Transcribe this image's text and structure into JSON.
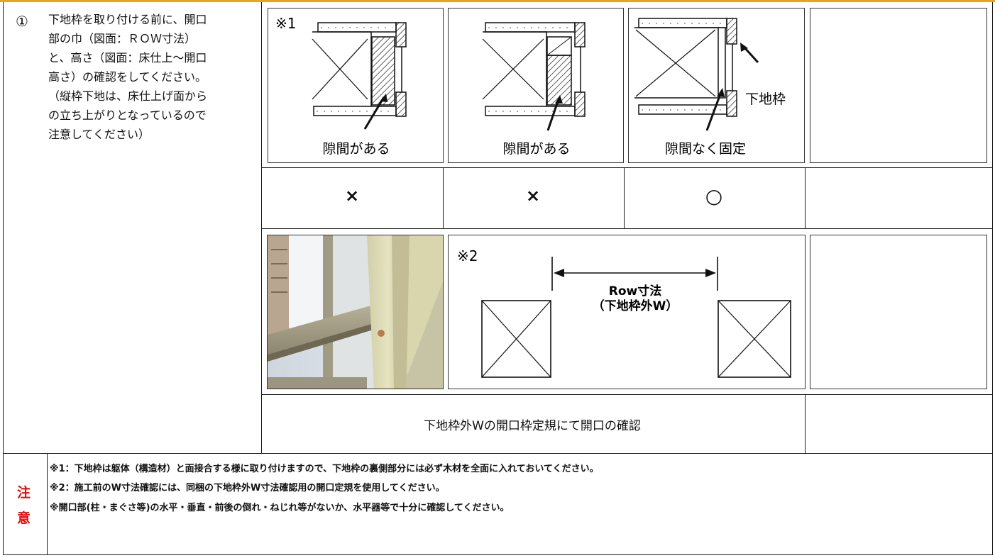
{
  "step": {
    "number": "①",
    "lines": [
      "下地枠を取り付ける前に、開口",
      "部の巾（図面：ＲＯＷ寸法）",
      "と、高さ（図面：床仕上～開口",
      "高さ）の確認をしてください。",
      "（縦枠下地は、床仕上げ面から",
      "の立ち上がりとなっているので",
      "注意してください）"
    ]
  },
  "diagrams": {
    "ref1": "※1",
    "labels": [
      "隙間がある",
      "隙間がある",
      "隙間なく固定"
    ],
    "frame_label": "下地枠"
  },
  "marks": [
    "×",
    "×",
    "○"
  ],
  "row_diagram": {
    "ref2": "※2",
    "dimension_line1": "Row寸法",
    "dimension_line2": "（下地枠外W）"
  },
  "caption": "下地枠外Wの開口枠定規にて開口の確認",
  "notes": {
    "mark_top": "注",
    "mark_bottom": "意",
    "lines": [
      "※1：下地枠は躯体（構造材）と面接合する様に取り付けますので、下地枠の裏側部分には必ず木材を全面に入れておいてください。",
      "※2：施工前のW寸法確認には、同梱の下地枠外W寸法確認用の開口定規を使用してください。",
      "※開口部(柱・まぐさ等)の水平・垂直・前後の倒れ・ねじれ等がないか、水平器等で十分に確認してください。"
    ]
  }
}
